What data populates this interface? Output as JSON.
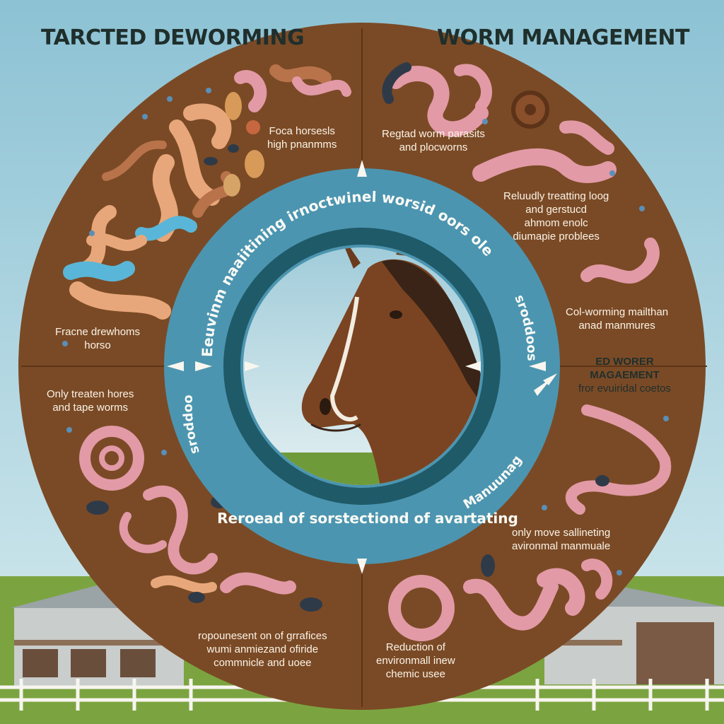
{
  "titles": {
    "left": "TARCTED DEWORMING",
    "right": "WORM MANAGEMENT"
  },
  "ring": {
    "top_arc": "Eeuvinm naaiitining irnoctwinel worsid oors ole",
    "right_arc": "sroddoos",
    "left_arc": "sroddoos",
    "bottom_inner": "Manuunag",
    "bottom_banner": "Reroead of sorstectiond of avartating"
  },
  "quadrants": {
    "top_left": {
      "line1": "Foca horsesls",
      "line2": "high pnanmms"
    },
    "top_right": {
      "line1": "Regtad worm parasits",
      "line2": "and plocworns"
    },
    "right_1": {
      "line1": "Reluudly treatting loog",
      "line2": "and gerstucd",
      "line3": "ahmom enolc",
      "line4": "diumapie problees"
    },
    "right_2": {
      "line1": "Col-worming mailthan",
      "line2": "anad manmures"
    },
    "right_3": {
      "line1": "ED WORER",
      "line2": "MAGAEMENT",
      "line3": "fror evuiridal coetos"
    },
    "left_1": {
      "line1": "Fracne drewhoms",
      "line2": "horso"
    },
    "left_2": {
      "line1": "Only treaten hores",
      "line2": "and tape worms"
    },
    "bottom_right_1": {
      "line1": "only move sallineting",
      "line2": "avironmal manmuale"
    },
    "bottom_left": {
      "line1": "ropounesent on of grrafices",
      "line2": "wumi anmiezand ofiride",
      "line3": "commnicle and uoee"
    },
    "bottom_right_2": {
      "line1": "Reduction of",
      "line2": "environmall inew",
      "line3": "chemic usee"
    }
  },
  "colors": {
    "sky": "#a9d3df",
    "disc_brown": "#7a4a26",
    "ring_blue": "#4c95b0",
    "inner_teal": "#1f5a68",
    "grass": "#6f9a3a",
    "worm_pink": "#e29aa6",
    "worm_orange": "#e8a77a",
    "worm_blue": "#5ab6d8"
  },
  "icons": [
    "horse-head-illustration",
    "worm-icon",
    "egg-icon",
    "arrow-icon",
    "barn-illustration",
    "fence-illustration"
  ]
}
